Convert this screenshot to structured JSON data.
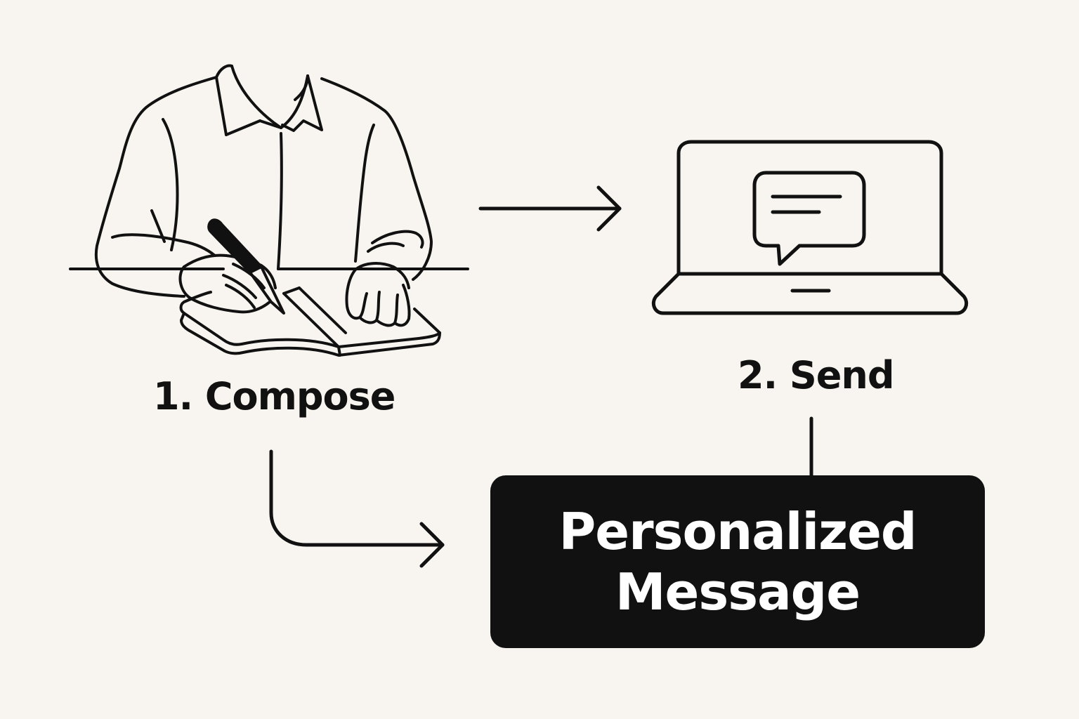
{
  "steps": [
    {
      "label": "1. Compose",
      "icon": "person-writing-icon"
    },
    {
      "label": "2. Send",
      "icon": "laptop-message-icon"
    }
  ],
  "result": {
    "label": "Personalized\nMessage"
  },
  "colors": {
    "background": "#f8f5f0",
    "ink": "#111111",
    "box_text": "#ffffff"
  }
}
